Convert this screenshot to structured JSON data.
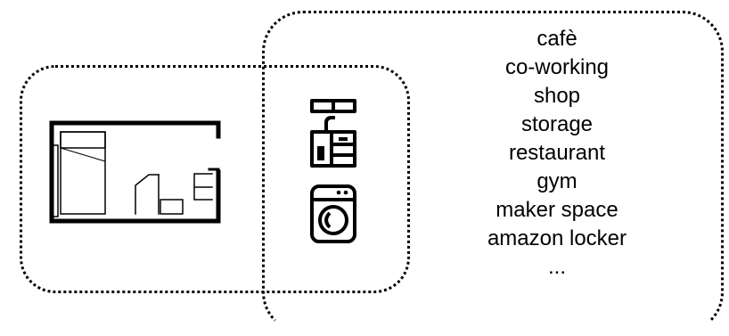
{
  "amenities": [
    "cafè",
    "co-working",
    "shop",
    "storage",
    "restaurant",
    "gym",
    "maker space",
    "amazon locker",
    "..."
  ],
  "icons": {
    "room_plan": "floor-plan-icon",
    "kitchen": "kitchen-sink-icon",
    "laundry": "washing-machine-icon"
  }
}
